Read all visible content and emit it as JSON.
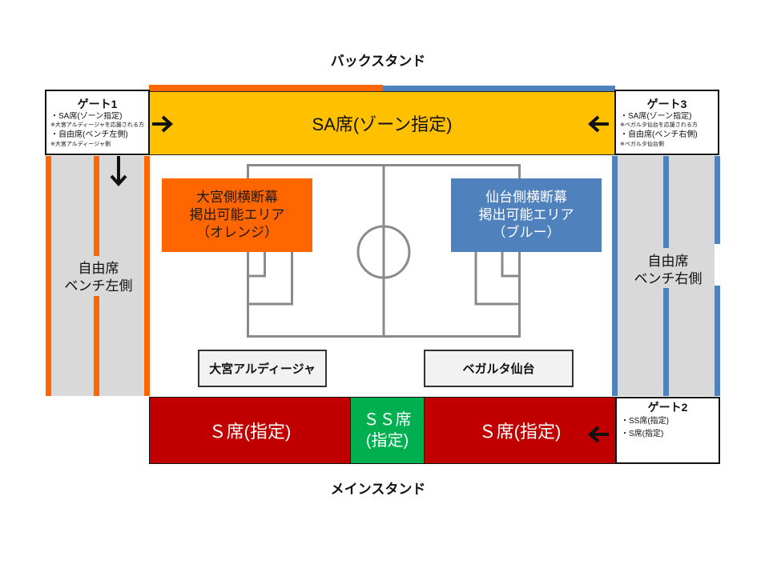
{
  "stands": {
    "back": "バックスタンド",
    "main": "メインスタンド"
  },
  "sa_block": {
    "label": "SA席(ゾーン指定)"
  },
  "gate1": {
    "title": "ゲート1",
    "lines": [
      "・SA席(ゾーン指定)",
      "※大宮アルディージャを応援される方",
      "・自由席(ベンチ左側)",
      "※大宮アルディージャ側"
    ]
  },
  "gate3": {
    "title": "ゲート3",
    "lines": [
      "・SA席(ゾーン指定)",
      "※ベガルタ仙台を応援される方",
      "・自由席(ベンチ右側)",
      "※ベガルタ仙台側"
    ]
  },
  "gate2": {
    "title": "ゲート2",
    "lines": [
      "・SS席(指定)",
      "・S席(指定)"
    ]
  },
  "free_left": {
    "line1": "自由席",
    "line2": "ベンチ左側"
  },
  "free_right": {
    "line1": "自由席",
    "line2": "ベンチ右側"
  },
  "banner_omiya": {
    "lines": [
      "大宮側横断幕",
      "掲出可能エリア",
      "（オレンジ）"
    ]
  },
  "banner_sendai": {
    "lines": [
      "仙台側横断幕",
      "掲出可能エリア",
      "（ブルー）"
    ]
  },
  "teams": {
    "omiya": "大宮アルディージャ",
    "sendai": "ベガルタ仙台"
  },
  "main_seats": {
    "s_left": "Ｓ席(指定)",
    "ss_line1": "ＳＳ席",
    "ss_line2": "(指定)",
    "s_right": "Ｓ席(指定)"
  },
  "colors": {
    "sa": "#FFC000",
    "omiya_orange": "#FF6600",
    "sendai_blue": "#4F81BD",
    "free_grey": "#D9D9D9",
    "s_red": "#C00000",
    "ss_green": "#00B050",
    "team_box": "#F2F2F2"
  },
  "icons": {
    "gate1_arrow": "arrow-right-icon",
    "gate1_down_arrow": "arrow-down-icon",
    "gate3_arrow": "arrow-left-icon",
    "gate2_arrow": "arrow-left-icon"
  }
}
